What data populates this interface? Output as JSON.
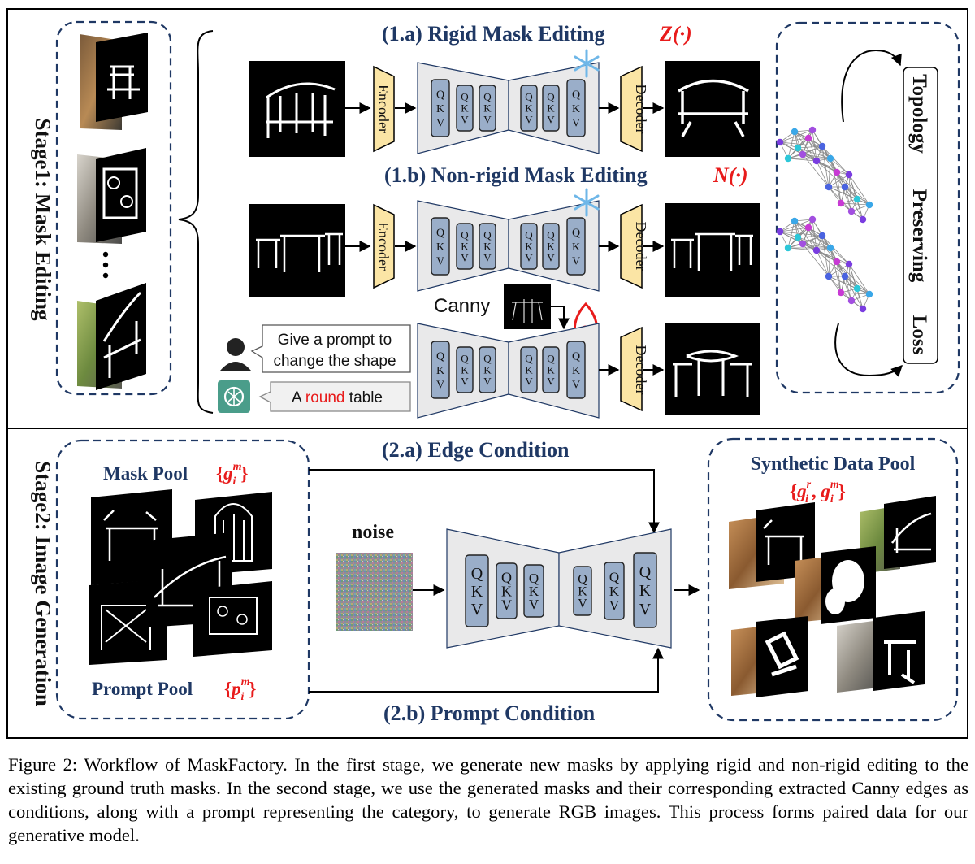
{
  "stage1": {
    "label": "Stage1: Mask Editing",
    "rigid_title": "(1.a) Rigid Mask Editing",
    "rigid_symbol": "Z(·)",
    "nonrigid_title": "(1.b) Non-rigid Mask Editing",
    "nonrigid_symbol": "N(·)",
    "encoder_label": "Encoder",
    "decoder_label": "Decoder",
    "q": "Q",
    "k": "K",
    "v": "V",
    "canny_label": "Canny",
    "user_prompt": [
      "Give a prompt to",
      "change the shape"
    ],
    "gpt_reply_prefix": "A ",
    "gpt_reply_highlight": "round",
    "gpt_reply_suffix": " table",
    "loss_words": [
      "Topology",
      "Preserving",
      "Loss"
    ]
  },
  "stage2": {
    "label": "Stage2: Image Generation",
    "edge_condition": "(2.a) Edge Condition",
    "prompt_condition": "(2.b) Prompt Condition",
    "noise_label": "noise",
    "mask_pool_label": "Mask Pool",
    "mask_pool_symbol": "{g",
    "prompt_pool_label": "Prompt Pool",
    "prompt_pool_symbol": "{p",
    "synthetic_label": "Synthetic  Data Pool",
    "synthetic_symbol": "{g"
  },
  "caption": "Figure 2: Workflow of MaskFactory. In the first stage, we generate new masks by applying rigid and non-rigid editing to the existing ground truth masks. In the second stage, we use the generated masks and their corresponding extracted Canny edges as conditions, along with a prompt representing the category, to generate RGB images. This process forms paired data for our generative model.",
  "colors": {
    "title_blue": "#1f3864",
    "accent_red": "#e81b1b",
    "encoder_fill": "#fbe5a5",
    "qkv_fill": "#9aaec9",
    "unet_fill": "#e9e9ea",
    "gpt_green": "#4a9d8a"
  }
}
